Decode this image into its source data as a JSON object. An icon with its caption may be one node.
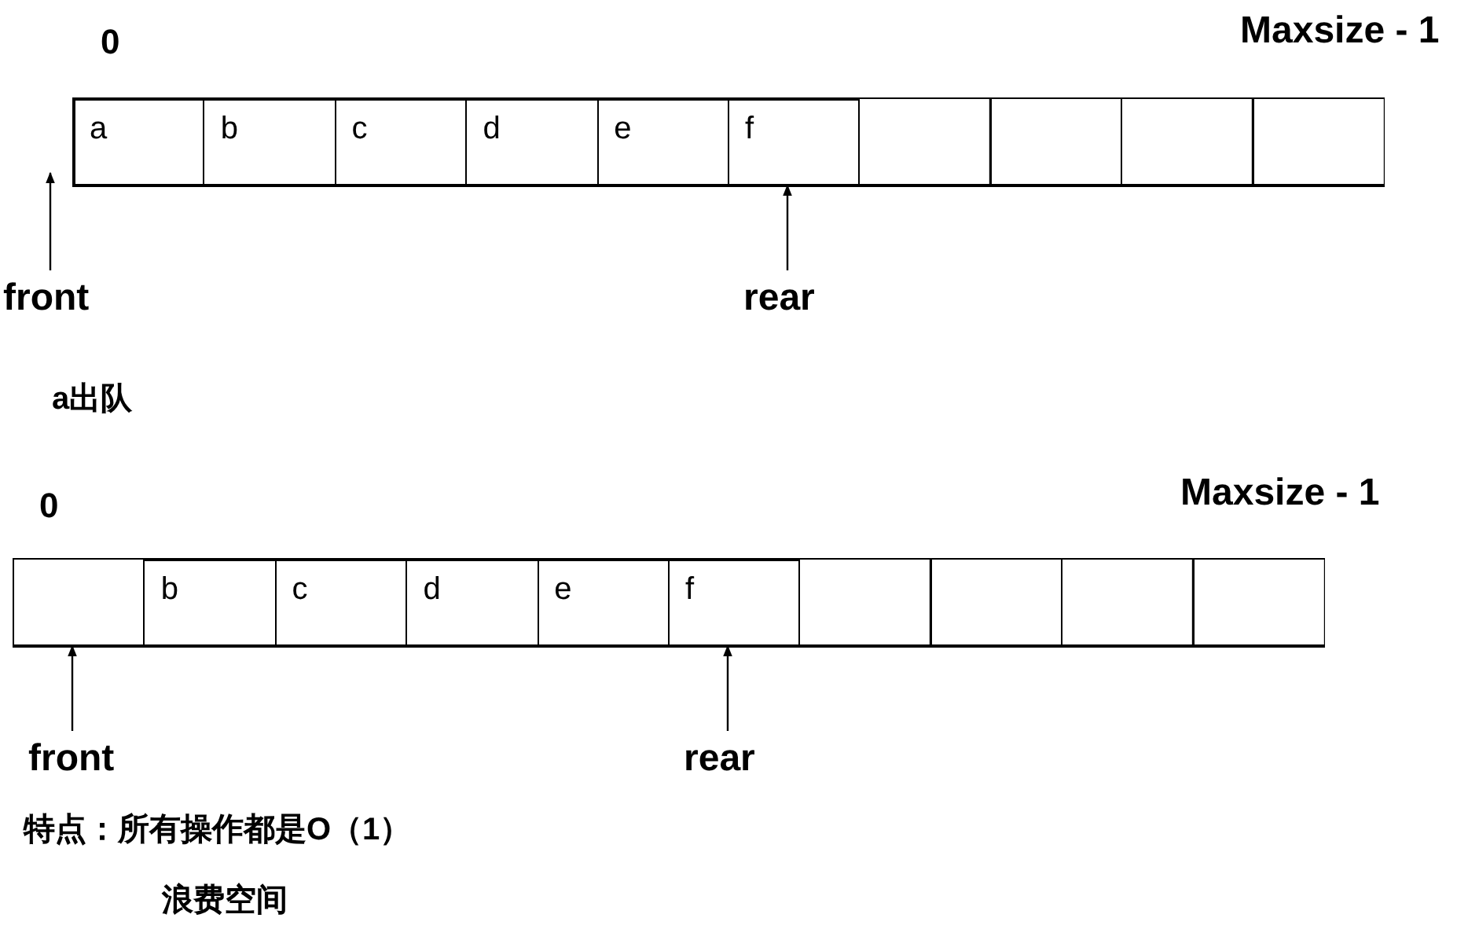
{
  "diagram": {
    "nodes": [
      {
        "text": [
          "a"
        ]
      },
      {
        "text": [
          "b"
        ]
      },
      {
        "text": [
          "c"
        ]
      },
      {
        "text": [
          "d"
        ]
      },
      {
        "text": [
          "e"
        ]
      },
      {
        "text": [
          "f"
        ]
      },
      {
        "text": [],
        "shape": "box"
      },
      {
        "text": [],
        "shape": "box"
      },
      {
        "text": [],
        "shape": "box"
      },
      {
        "text": [],
        "shape": "box"
      },
      {
        "text": [
          "front"
        ]
      },
      {
        "text": [
          "rear"
        ]
      },
      {
        "text": [],
        "shape": "box"
      },
      {
        "text": [
          "b"
        ]
      },
      {
        "text": [
          "c"
        ]
      },
      {
        "text": [
          "d"
        ]
      },
      {
        "text": [
          "e"
        ]
      },
      {
        "text": [
          "f"
        ]
      },
      {
        "text": [],
        "shape": "box"
      },
      {
        "text": [],
        "shape": "box"
      },
      {
        "text": [],
        "shape": "box"
      },
      {
        "text": [],
        "shape": "box"
      },
      {
        "text": [
          "front"
        ]
      },
      {
        "text": [
          "rear"
        ]
      }
    ],
    "edges": [
      {
        "from": 10,
        "to": 0,
        "arrow": "to"
      },
      {
        "from": 11,
        "to": 5,
        "arrow": "to"
      },
      {
        "from": 22,
        "to": 12,
        "arrow": "to"
      },
      {
        "from": 23,
        "to": 17,
        "arrow": "to"
      }
    ],
    "labels": [
      "0",
      "Maxsize - 1",
      "a出队",
      "0",
      "Maxsize - 1",
      "特点：所有操作都是O（1）",
      "浪费空间"
    ]
  }
}
